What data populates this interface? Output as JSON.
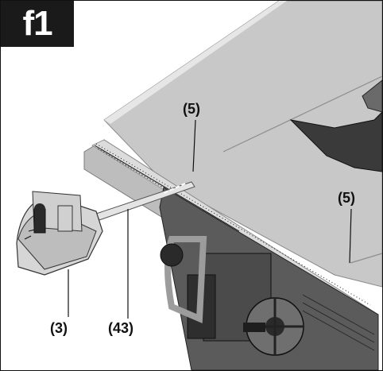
{
  "figure": {
    "label": "f1"
  },
  "callouts": {
    "top_fence": "(5)",
    "right_fence": "(5)",
    "miter_gauge": "(3)",
    "rail": "(43)"
  },
  "colors": {
    "badge_bg": "#1a1a1a",
    "table_top": "#c9c9c9",
    "table_edge": "#9a9a9a",
    "dark_part": "#3a3a3a",
    "scale": "#1a1a1a",
    "line": "#111111"
  }
}
